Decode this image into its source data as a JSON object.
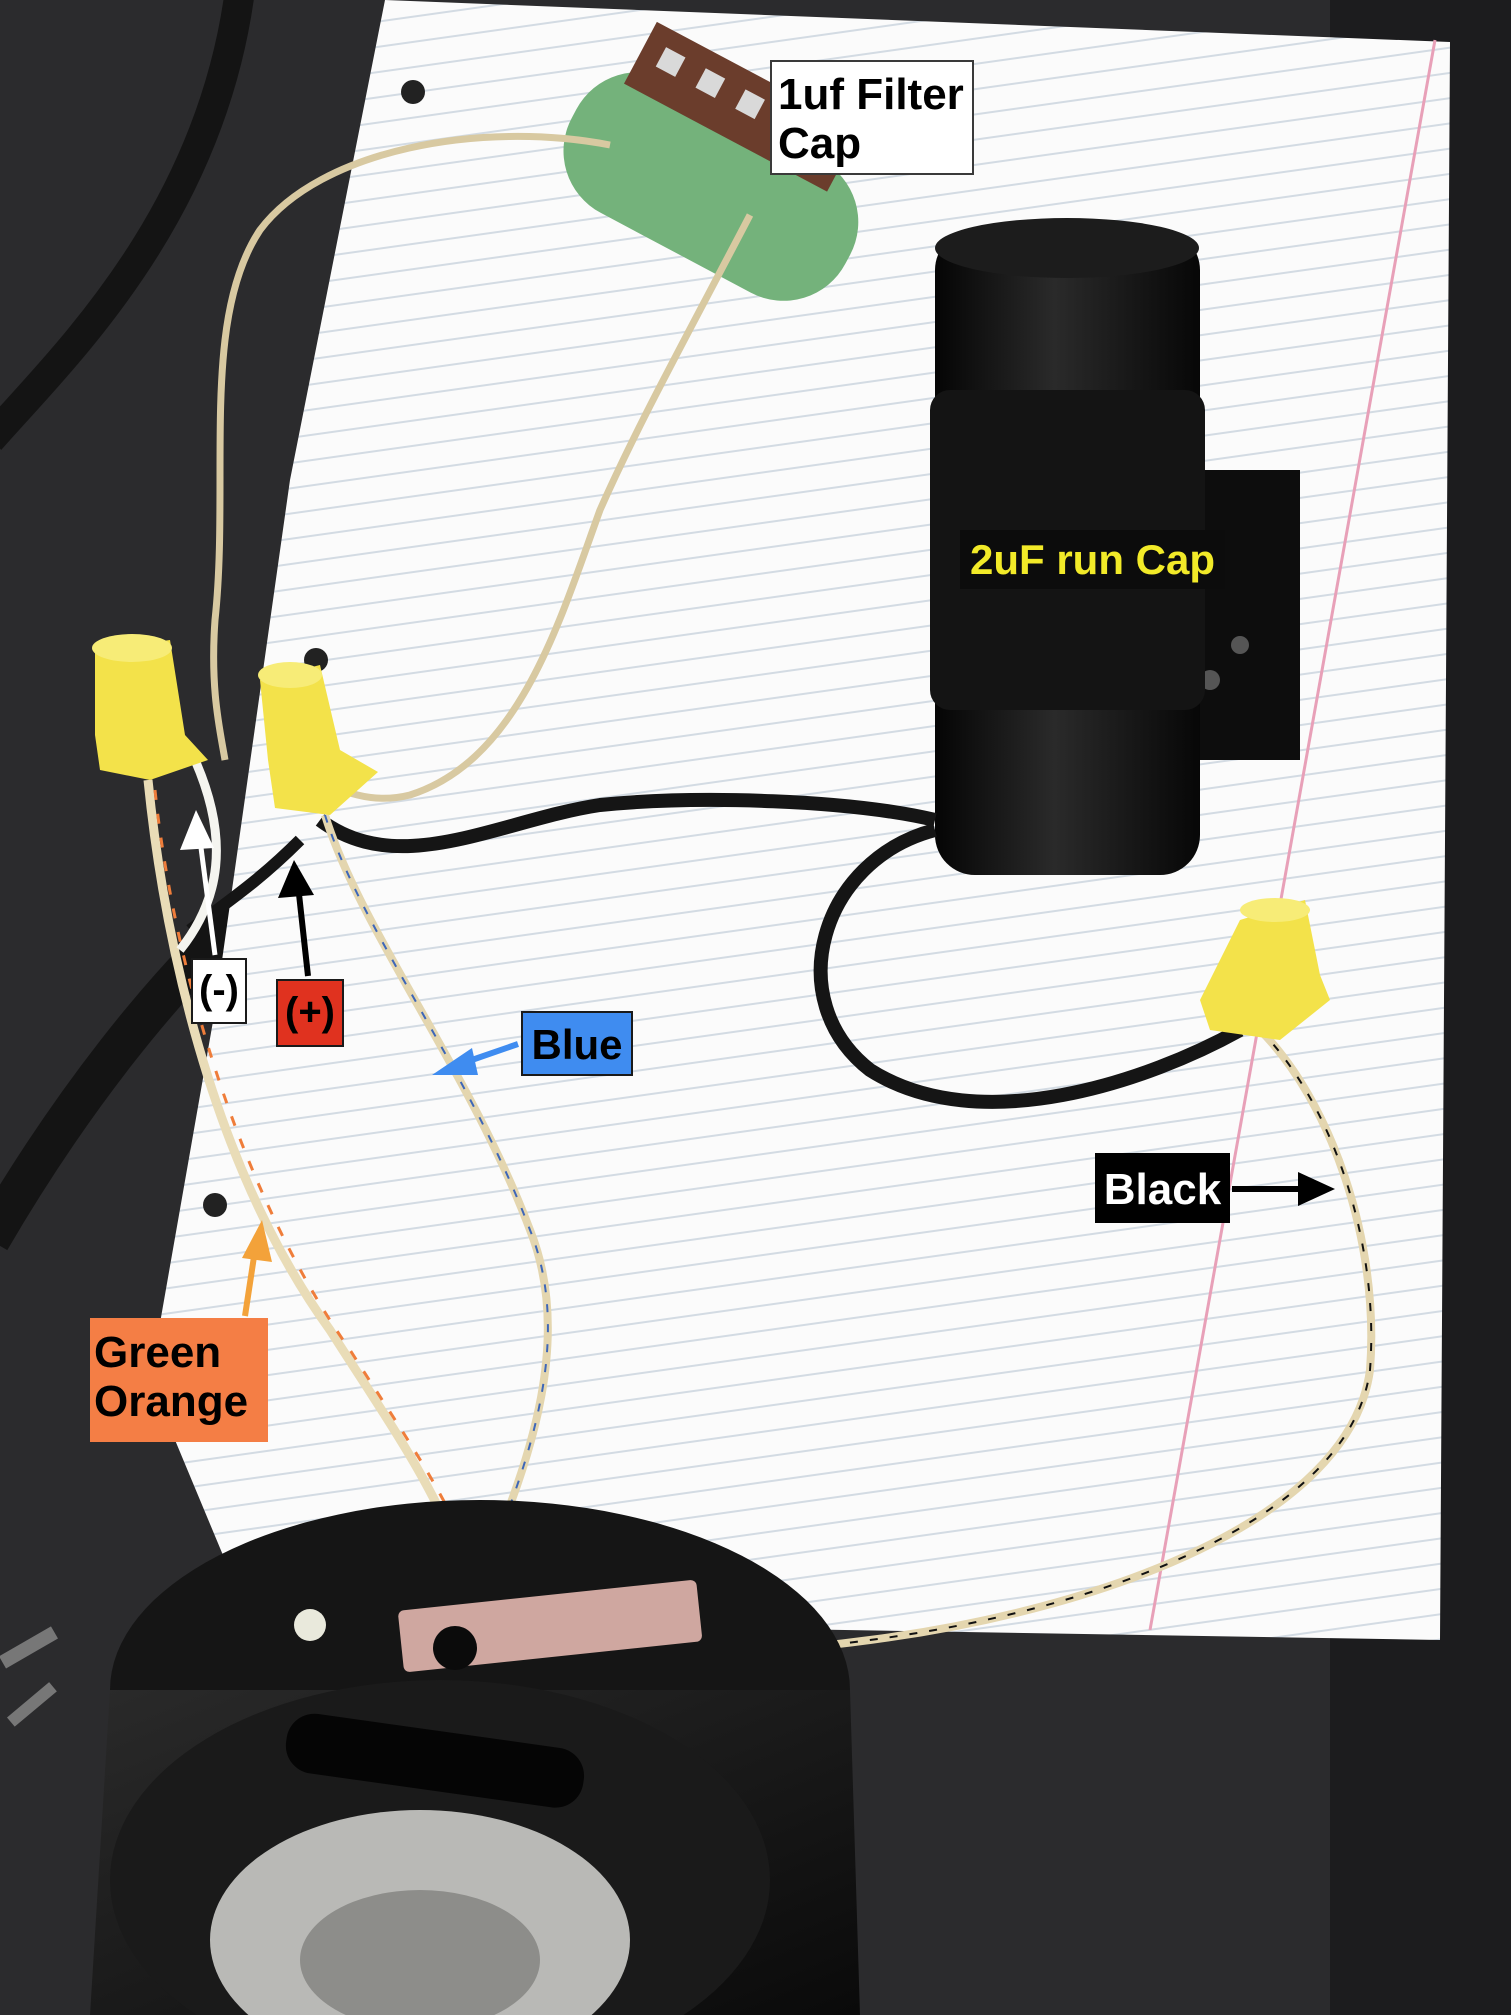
{
  "labels": {
    "filter_cap": "1uf Filter\nCap",
    "run_cap": "2uF run Cap",
    "negative": "(-)",
    "positive": "(+)",
    "blue": "Blue",
    "black": "Black",
    "green_orange": "Green\nOrange"
  },
  "colors": {
    "background_mat": "#2b2b2d",
    "paper": "#fbfbfb",
    "paper_rule": "#d3dbe3",
    "margin_line": "#e8a0b8",
    "filter_cap_body": "#74b27b",
    "run_cap_body": "#111111",
    "wire_nut": "#f3e24a",
    "tan_wire": "#d8c9a1",
    "black_wire": "#151515",
    "blue_label": "#3f8cf0",
    "plus_label": "#e0321f",
    "green_orange_label": "#f47e45",
    "run_cap_text": "#f2ea28"
  }
}
